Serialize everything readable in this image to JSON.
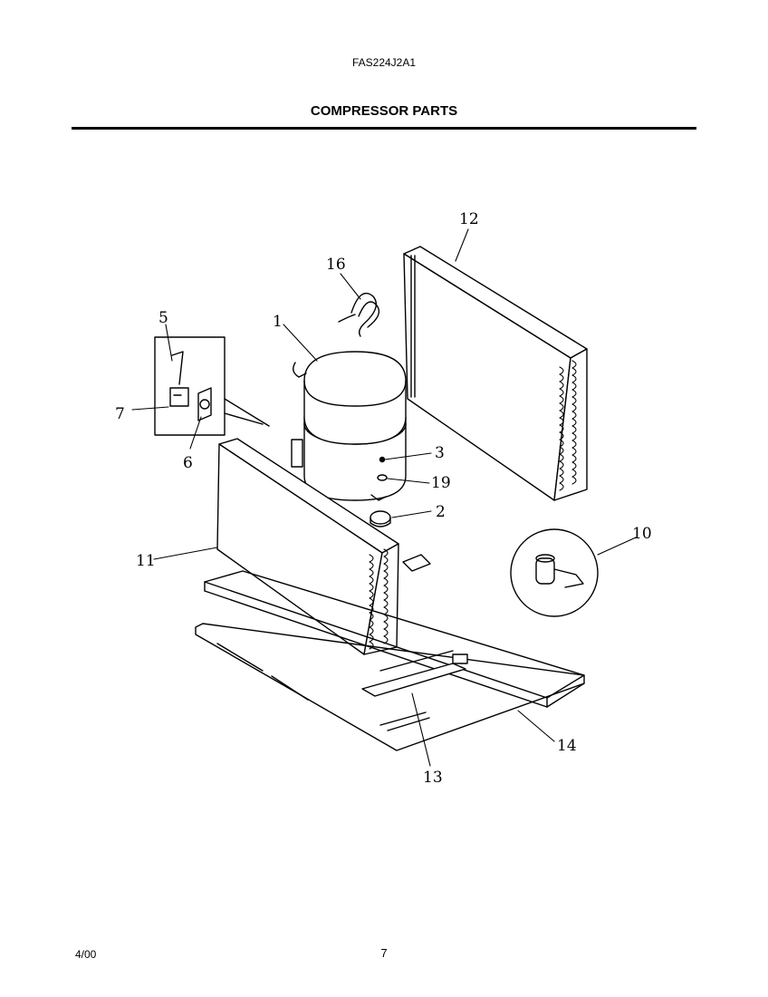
{
  "header": {
    "model_number": "FAS224J2A1",
    "section_title": "COMPRESSOR PARTS"
  },
  "callouts": [
    {
      "id": "1",
      "label": "1"
    },
    {
      "id": "2",
      "label": "2"
    },
    {
      "id": "3",
      "label": "3"
    },
    {
      "id": "5",
      "label": "5"
    },
    {
      "id": "6",
      "label": "6"
    },
    {
      "id": "7",
      "label": "7"
    },
    {
      "id": "10",
      "label": "10"
    },
    {
      "id": "11",
      "label": "11"
    },
    {
      "id": "12",
      "label": "12"
    },
    {
      "id": "13",
      "label": "13"
    },
    {
      "id": "14",
      "label": "14"
    },
    {
      "id": "16",
      "label": "16"
    },
    {
      "id": "19",
      "label": "19"
    }
  ],
  "footer": {
    "date": "4/00",
    "page_number": "7"
  }
}
